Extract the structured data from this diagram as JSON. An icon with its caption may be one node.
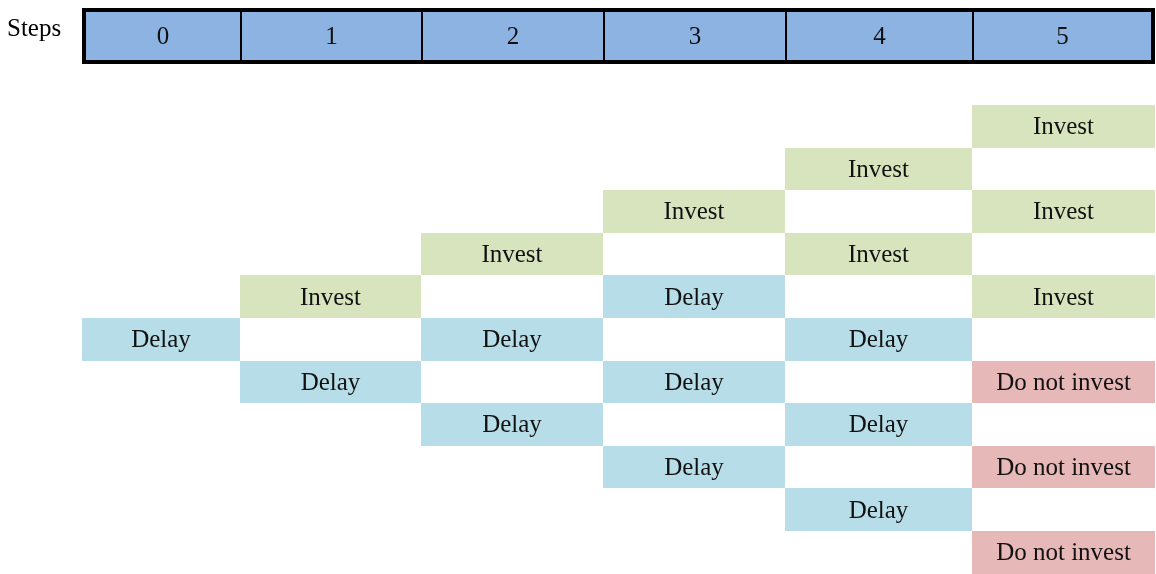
{
  "diagram": {
    "nodes": [
      {
        "text": [
          "0"
        ]
      },
      {
        "text": [
          "1"
        ]
      },
      {
        "text": [
          "2"
        ]
      },
      {
        "text": [
          "3"
        ]
      },
      {
        "text": [
          "4"
        ]
      },
      {
        "text": [
          "5"
        ]
      },
      {
        "text": [
          "Invest"
        ]
      },
      {
        "text": [
          "Invest"
        ]
      },
      {
        "text": [
          "Invest"
        ]
      },
      {
        "text": [
          "Invest"
        ]
      },
      {
        "text": [
          "Invest"
        ]
      },
      {
        "text": [
          "Invest"
        ]
      },
      {
        "text": [
          "Invest"
        ]
      },
      {
        "text": [
          "Delay"
        ]
      },
      {
        "text": [
          "Invest"
        ]
      },
      {
        "text": [
          "Delay"
        ]
      },
      {
        "text": [
          "Delay"
        ]
      },
      {
        "text": [
          "Delay"
        ]
      },
      {
        "text": [
          "Delay"
        ]
      },
      {
        "text": [
          "Delay"
        ]
      },
      {
        "text": [
          "Do not invest"
        ]
      },
      {
        "text": [
          "Delay"
        ]
      },
      {
        "text": [
          "Delay"
        ]
      },
      {
        "text": [
          "Delay"
        ]
      },
      {
        "text": [
          "Do not invest"
        ]
      },
      {
        "text": [
          "Delay"
        ]
      },
      {
        "text": [
          "Do not invest"
        ]
      }
    ],
    "labels": [
      "Steps"
    ]
  }
}
